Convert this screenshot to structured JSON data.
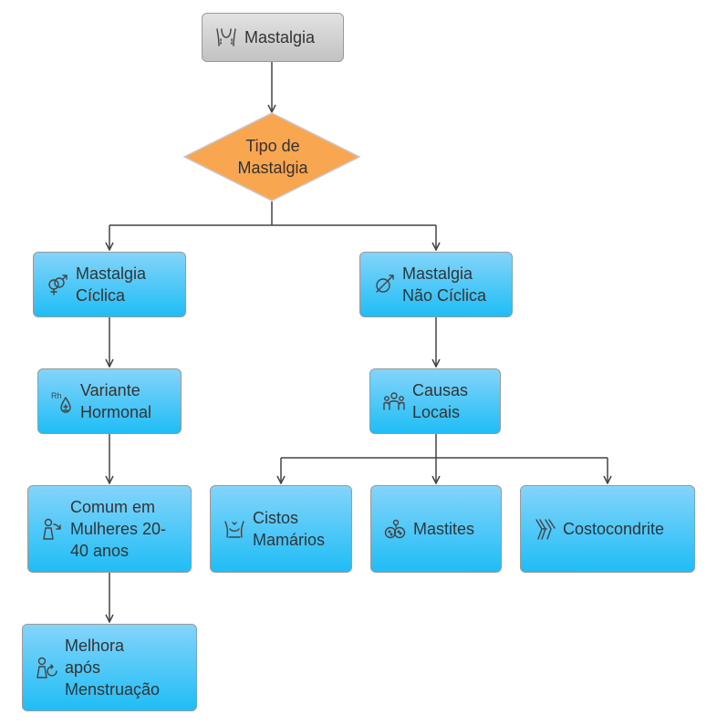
{
  "root": {
    "label": "Mastalgia",
    "icon": "body-torso-icon"
  },
  "decision": {
    "label": "Tipo de\nMastalgia"
  },
  "branches": [
    {
      "label": "Mastalgia\nCíclica",
      "icon": "gender-symbols-icon"
    },
    {
      "label": "Mastalgia\nNão Cíclica",
      "icon": "crossed-gender-icon"
    }
  ],
  "ciclica": [
    {
      "label": "Variante\nHormonal",
      "icon": "rh-drop-icon"
    },
    {
      "label": "Comum em\nMulheres 20-\n40 anos",
      "icon": "woman-arrow-icon"
    },
    {
      "label": "Melhora\napós\nMenstruação",
      "icon": "woman-cycle-icon"
    }
  ],
  "nao_ciclica": {
    "causas": {
      "label": "Causas\nLocais",
      "icon": "group-people-icon"
    },
    "leaves": [
      {
        "label": "Cistos\nMamários",
        "icon": "torso-icon"
      },
      {
        "label": "Mastites",
        "icon": "bacteria-icon"
      },
      {
        "label": "Costocondrite",
        "icon": "joint-icon"
      }
    ]
  }
}
